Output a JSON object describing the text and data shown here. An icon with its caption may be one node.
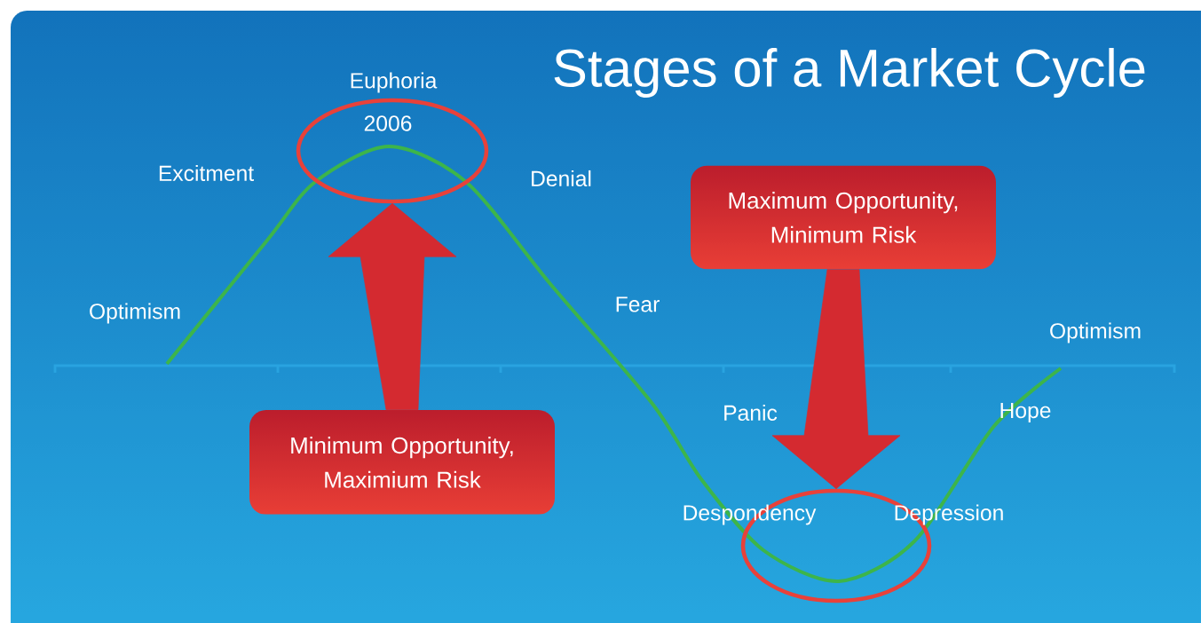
{
  "diagram": {
    "title": "Stages of a Market Cycle",
    "nodes": [
      {
        "text": [],
        "shape": "circle"
      },
      {
        "text": [
          "Maximum Opportunity, Minimum Risk"
        ]
      },
      {
        "text": [
          "Minimum Opportunity, Maximium Risk"
        ]
      },
      {
        "text": [],
        "shape": "circle"
      }
    ],
    "edges": [
      {
        "from": 2,
        "to": 0,
        "arrow": "to"
      },
      {
        "from": 1,
        "to": 3,
        "arrow": "to"
      }
    ],
    "labels": [
      "Euphoria",
      "2006",
      "Excitment",
      "Denial",
      "Fear",
      "Optimism",
      "Optimism",
      "Panic",
      "Hope",
      "Despondency",
      "Depression"
    ]
  }
}
